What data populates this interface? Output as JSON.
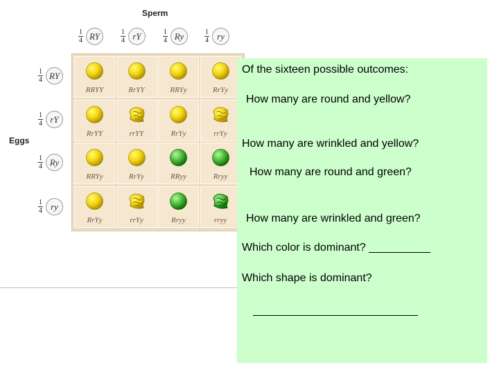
{
  "punnett": {
    "sperm_label": "Sperm",
    "eggs_label": "Eggs",
    "fraction_numerator": "1",
    "fraction_denominator": "4",
    "sperm_gametes": [
      "RY",
      "rY",
      "Ry",
      "ry"
    ],
    "egg_gametes": [
      "RY",
      "rY",
      "Ry",
      "ry"
    ],
    "rows": [
      [
        {
          "genotype": "RRYY",
          "shape": "round",
          "color": "yellow"
        },
        {
          "genotype": "RrYY",
          "shape": "round",
          "color": "yellow"
        },
        {
          "genotype": "RRYy",
          "shape": "round",
          "color": "yellow"
        },
        {
          "genotype": "RrYy",
          "shape": "round",
          "color": "yellow"
        }
      ],
      [
        {
          "genotype": "RrYY",
          "shape": "round",
          "color": "yellow"
        },
        {
          "genotype": "rrYY",
          "shape": "wrinkled",
          "color": "yellow"
        },
        {
          "genotype": "RrYy",
          "shape": "round",
          "color": "yellow"
        },
        {
          "genotype": "rrYy",
          "shape": "wrinkled",
          "color": "yellow"
        }
      ],
      [
        {
          "genotype": "RRYy",
          "shape": "round",
          "color": "yellow"
        },
        {
          "genotype": "RrYy",
          "shape": "round",
          "color": "yellow"
        },
        {
          "genotype": "RRyy",
          "shape": "round",
          "color": "green"
        },
        {
          "genotype": "Rryy",
          "shape": "round",
          "color": "green"
        }
      ],
      [
        {
          "genotype": "RrYy",
          "shape": "round",
          "color": "yellow"
        },
        {
          "genotype": "rrYy",
          "shape": "wrinkled",
          "color": "yellow"
        },
        {
          "genotype": "Rryy",
          "shape": "round",
          "color": "green"
        },
        {
          "genotype": "rryy",
          "shape": "wrinkled",
          "color": "green"
        }
      ]
    ],
    "pea_colors": {
      "yellow": "#f2d312",
      "green": "#4fb33a"
    }
  },
  "questions": {
    "intro": "Of the sixteen possible outcomes:",
    "q1": "How many are round and yellow?",
    "q2": "How many are wrinkled and yellow?",
    "q3": "How many are round and green?",
    "q4": "How many are wrinkled and green?",
    "q5": "Which color is dominant? __________",
    "q6": "Which shape is dominant?"
  },
  "panel_color": "#ccffcc"
}
